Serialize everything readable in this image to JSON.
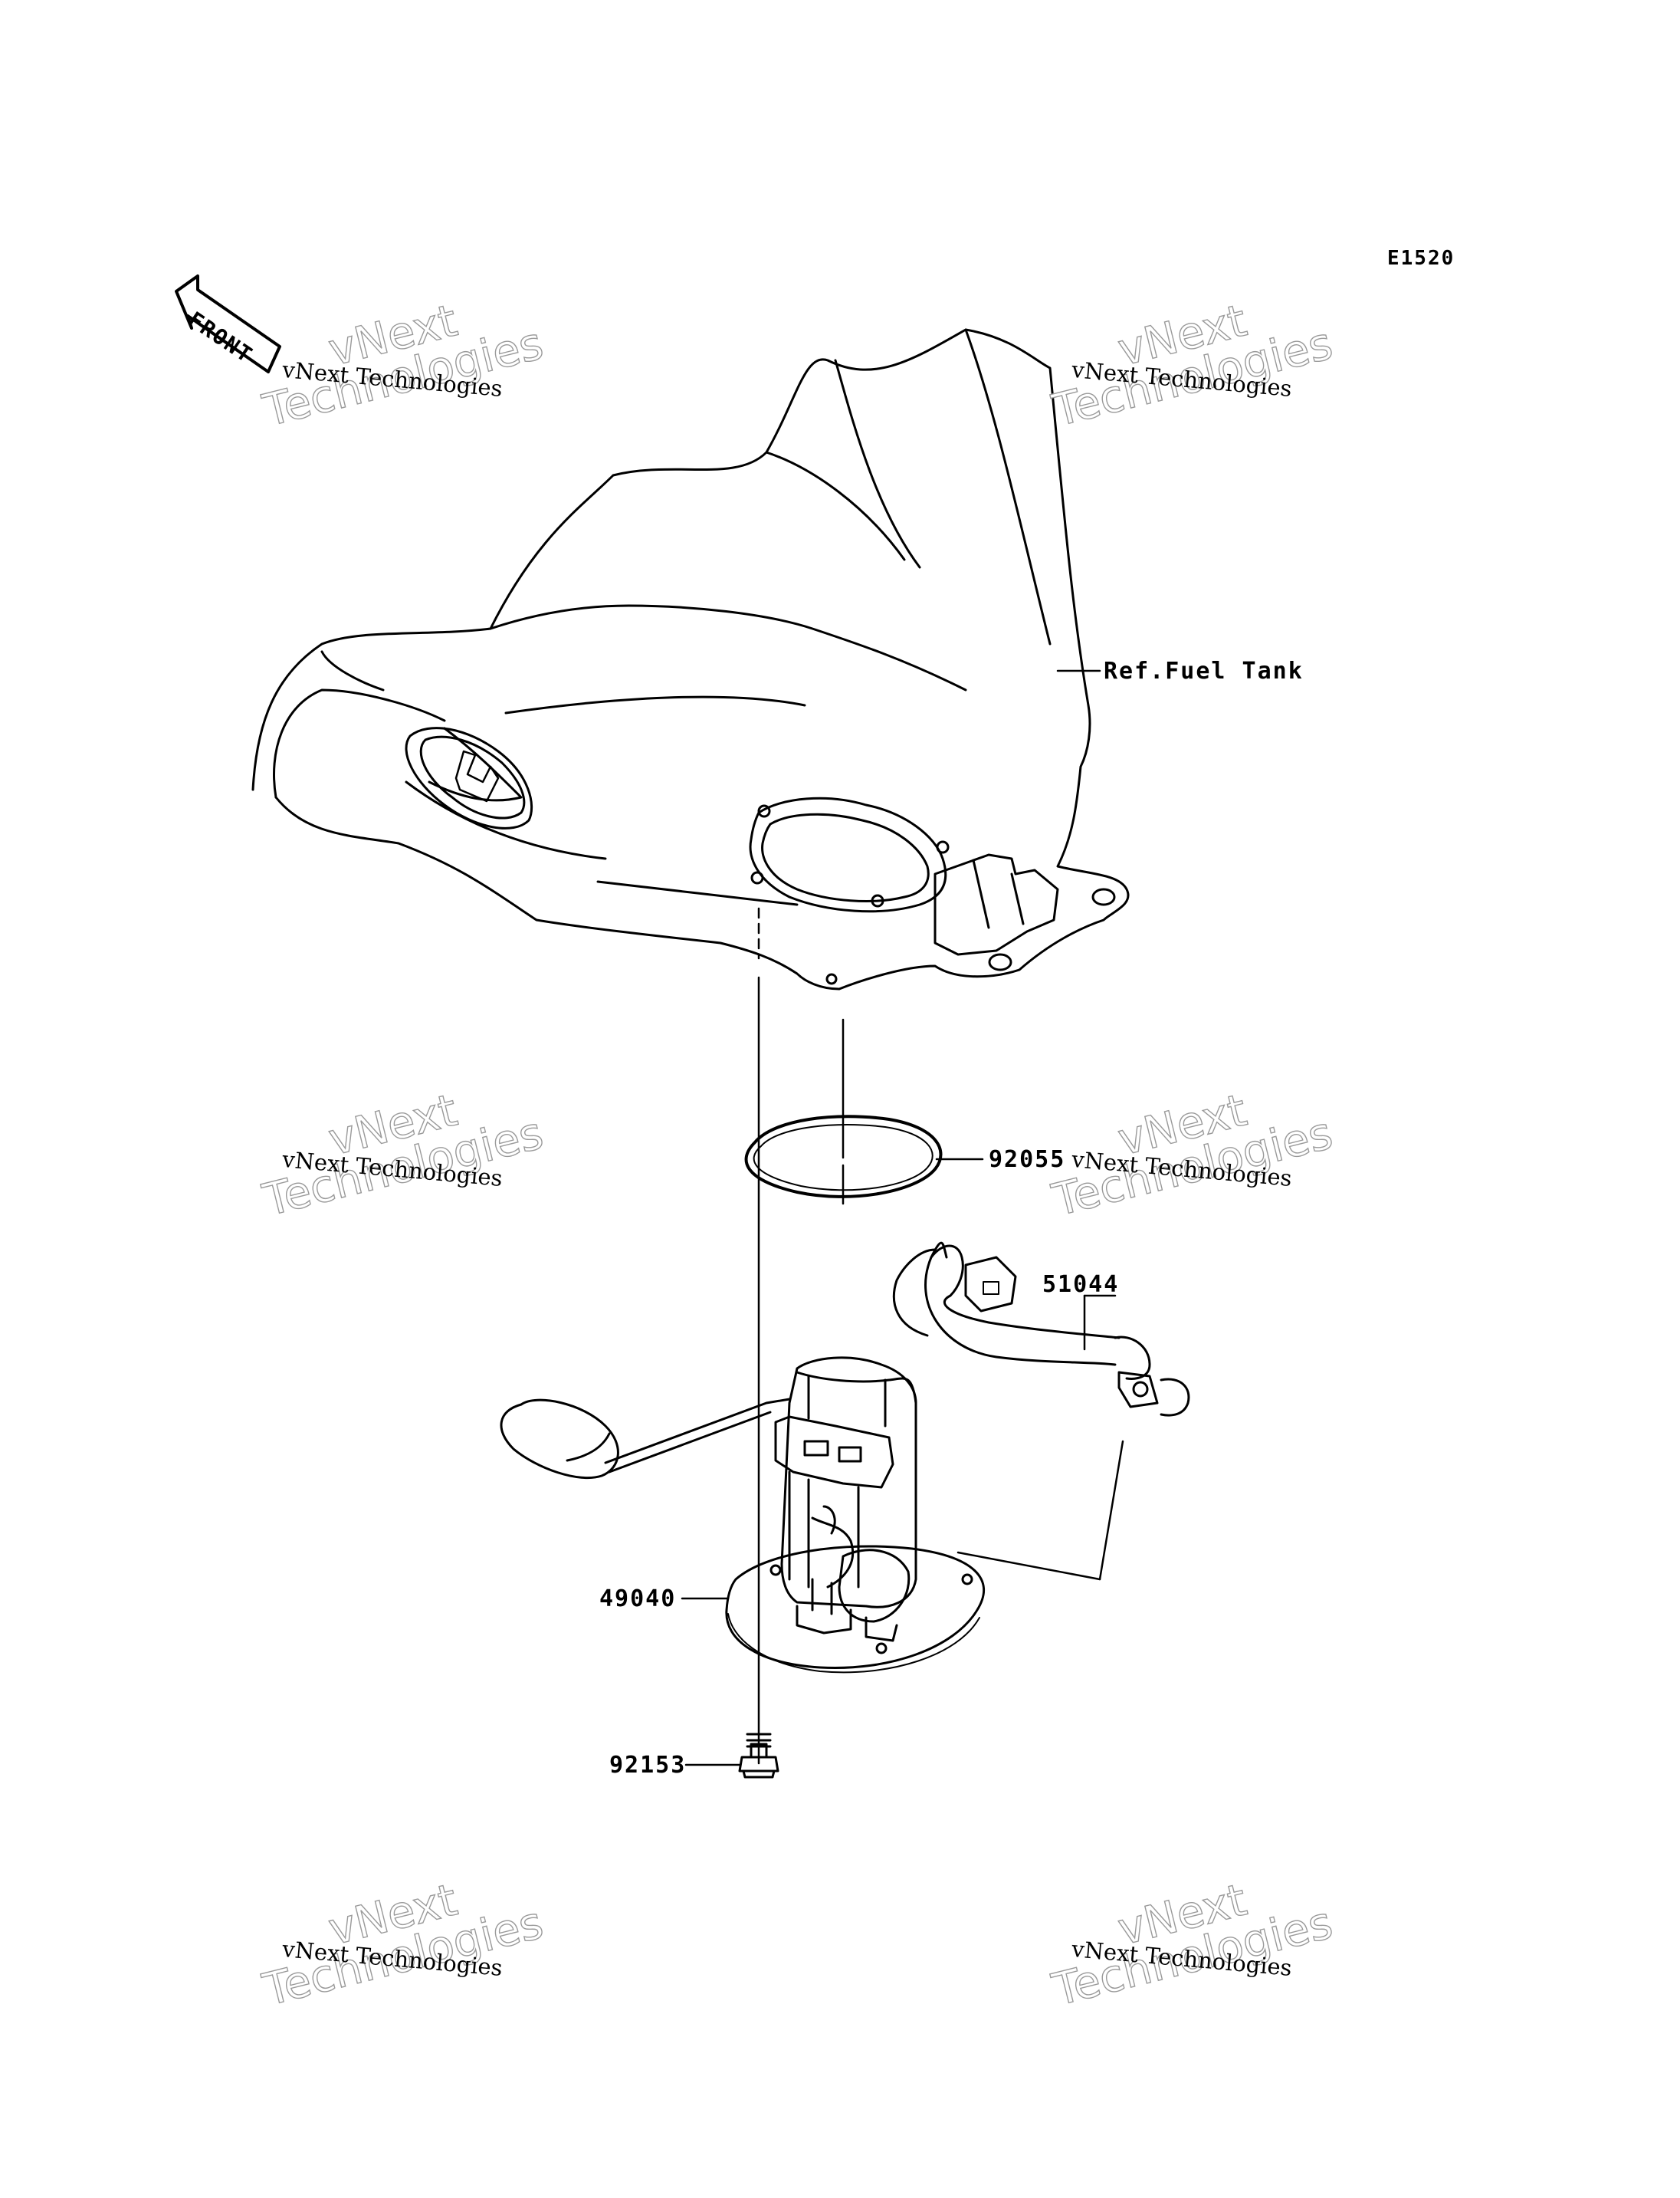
{
  "diagram": {
    "code": "E1520",
    "front_label": "FRONT",
    "callouts": {
      "fuel_tank": "Ref.Fuel Tank",
      "gasket": "92055",
      "hose": "51044",
      "pump": "49040",
      "bolt": "92153"
    },
    "watermark": {
      "brand_top": "vNext",
      "brand_bottom": "Technologies",
      "caption": "vNext Technologies"
    }
  }
}
